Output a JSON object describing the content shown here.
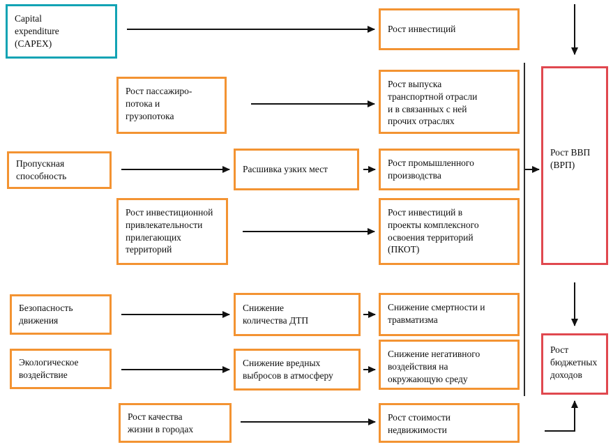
{
  "diagram": {
    "title": "Effects of transport capital expenditure on GDP and budget revenues",
    "colors": {
      "teal_border": "#12a3b4",
      "orange_border": "#f39332",
      "red_border": "#e0484f",
      "arrow": "#111111",
      "background": "#ffffff",
      "text": "#0d0d0d"
    },
    "nodes": {
      "capex": "Capital\nexpenditure\n(CAPEX)",
      "passenger_freight_flow": "Рост пассажиро-\nпотока и\nгрузопотока",
      "throughput": "Пропускная\nспособность",
      "investment_attractiveness": "Рост инвестиционной\nпривлекательности\nприлегающих\nтерриторий",
      "traffic_safety": "Безопасность\nдвижения",
      "ecological_impact": "Экологическое\nвоздействие",
      "quality_of_life": "Рост качества\nжизни в городах",
      "bottleneck_removal": "Расшивка узких мест",
      "accidents_reduction": "Снижение\nколичества ДТП",
      "emissions_reduction": "Снижение вредных\nвыбросов в атмосферу",
      "investment_growth": "Рост инвестиций",
      "transport_output_growth": "Рост выпуска\nтранспортной отрасли\nи в связанных с ней\nпрочих отраслях",
      "industrial_production_growth": "Рост промышленного\nпроизводства",
      "pkot_investment_growth": "Рост инвестиций в\nпроекты комплексного\nосвоения территорий\n(ПКОТ)",
      "mortality_reduction": "Снижение смертности и\nтравматизма",
      "negative_impact_reduction": "Снижение негативного\nвоздействия на\nокружающую среду",
      "real_estate_value_growth": "Рост стоимости\nнедвижимости",
      "gdp_growth": "Рост ВВП\n(ВРП)",
      "budget_revenue_growth": "Рост\nбюджетных\nдоходов"
    }
  }
}
